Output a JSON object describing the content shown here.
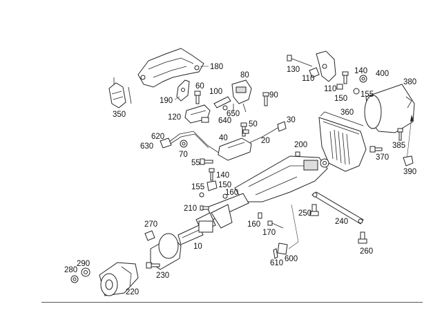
{
  "diagram": {
    "labels": {
      "p10": "10",
      "p20": "20",
      "p30": "30",
      "p40": "40",
      "p50": "50",
      "p55": "55",
      "p60": "60",
      "p70": "70",
      "p80": "80",
      "p90": "90",
      "p100": "100",
      "p110a": "110",
      "p110b": "110",
      "p120": "120",
      "p130": "130",
      "p140a": "140",
      "p140b": "140",
      "p150a": "150",
      "p150b": "150",
      "p155a": "155",
      "p155b": "155",
      "p160a": "160",
      "p160b": "160",
      "p170": "170",
      "p180": "180",
      "p190": "190",
      "p200": "200",
      "p210": "210",
      "p220": "220",
      "p230": "230",
      "p240": "240",
      "p250": "250",
      "p260": "260",
      "p270": "270",
      "p280": "280",
      "p290": "290",
      "p350": "350",
      "p360": "360",
      "p370": "370",
      "p380": "380",
      "p385": "385",
      "p390": "390",
      "p400": "400",
      "p600": "600",
      "p610": "610",
      "p620": "620",
      "p630": "630",
      "p640": "640",
      "p650": "650"
    }
  }
}
